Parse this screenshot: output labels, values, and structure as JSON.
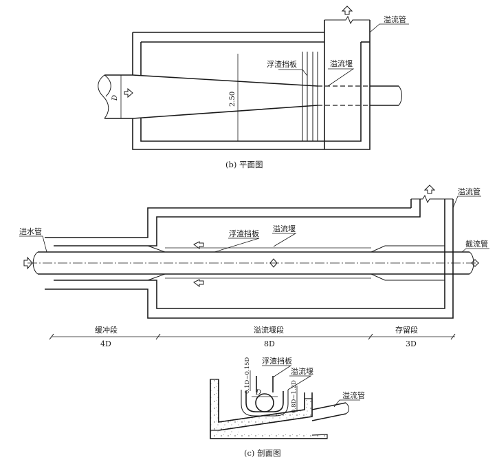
{
  "plan_view": {
    "caption": "(b) 平面图",
    "labels": {
      "overflow_pipe": "溢流管",
      "scum_baffle": "浮渣挡板",
      "overflow_weir": "溢流堰"
    },
    "dimensions": {
      "width": "2.50",
      "pipe_diameter": "D"
    }
  },
  "longitudinal_view": {
    "labels": {
      "inlet_pipe": "进水管",
      "scum_baffle": "浮渣挡板",
      "overflow_weir": "溢流堰",
      "overflow_pipe": "溢流管",
      "intercept_pipe": "截流管"
    },
    "segments": [
      {
        "name": "缓冲段",
        "length": "4D"
      },
      {
        "name": "溢流堰段",
        "length": "8D"
      },
      {
        "name": "存留段",
        "length": "3D"
      }
    ]
  },
  "section_view": {
    "caption": "(c) 剖面图",
    "labels": {
      "scum_baffle": "浮渣挡板",
      "overflow_weir": "溢流堰",
      "overflow_pipe": "溢流管"
    },
    "dimensions": {
      "baffle_depth": "0.1D~0.15D",
      "weir_height": "0.8D~1.2D",
      "pipe_diameter": "D"
    }
  }
}
